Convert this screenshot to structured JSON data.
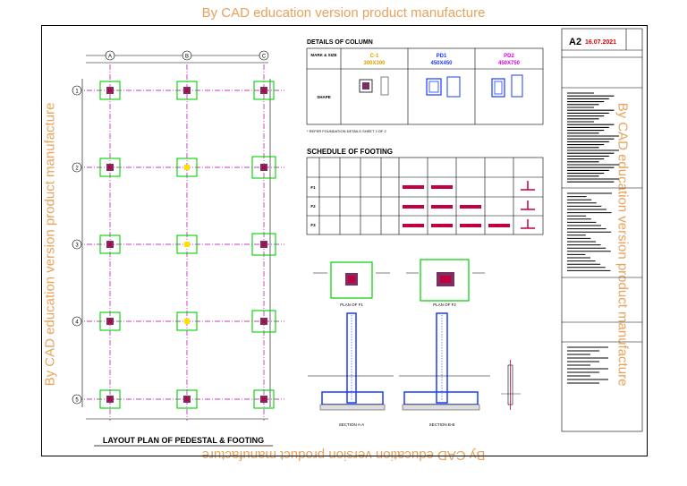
{
  "watermark": "By CAD education version product manufacture",
  "sheet": {
    "size": "A2",
    "date": "16.07.2021"
  },
  "plan": {
    "title": "LAYOUT PLAN OF PEDESTAL & FOOTING",
    "col_labels": [
      "A",
      "B",
      "C"
    ],
    "row_labels": [
      "1",
      "2",
      "3",
      "4",
      "5"
    ]
  },
  "column_details": {
    "title": "DETAILS OF COLUMN",
    "row_headers": [
      "MARK & SIZE",
      "SHAPE"
    ],
    "marks": [
      {
        "mark": "C-1",
        "size": "300X300",
        "color": "#d8a000"
      },
      {
        "mark": "PD1",
        "size": "450X450",
        "color": "#1a3cff"
      },
      {
        "mark": "PD2",
        "size": "450X750",
        "color": "#d800d8"
      }
    ],
    "note": "* REFER FOUNDATION DETAILS SHEET 2 OF 2"
  },
  "footing_schedule": {
    "title": "SCHEDULE OF FOOTING",
    "rows": [
      "F1",
      "F2",
      "F3"
    ]
  },
  "sections": {
    "plan_f1": "PLAN OF F1",
    "plan_f2": "PLAN OF F2",
    "section_a": "SECTION A-A",
    "section_b": "SECTION B-B"
  },
  "colors": {
    "grid": "#b000b0",
    "footing": "#00d000",
    "pedestal": "#c00040",
    "rebar": "#1a3cff",
    "watermark": "#e8a25a"
  }
}
